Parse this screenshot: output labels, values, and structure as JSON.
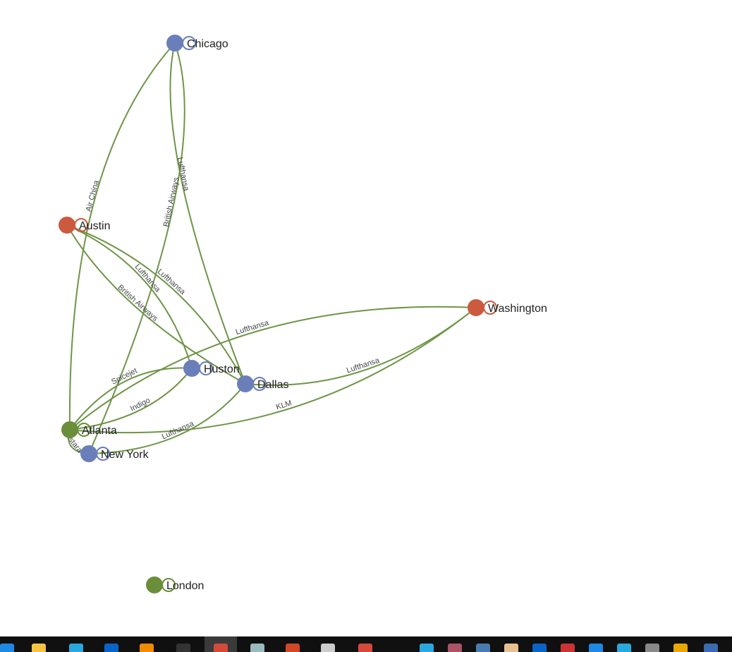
{
  "colors": {
    "edge": "#6f9447",
    "groups": {
      "blue": "#6a7fba",
      "red": "#cc5a3e",
      "green": "#6b8e3a"
    }
  },
  "nodes": [
    {
      "id": "Chicago",
      "label": "Chicago",
      "group": "blue"
    },
    {
      "id": "Austin",
      "label": "Austin",
      "group": "red"
    },
    {
      "id": "Washington",
      "label": "Washington",
      "group": "red"
    },
    {
      "id": "Huston",
      "label": "Huston",
      "group": "blue"
    },
    {
      "id": "Dallas",
      "label": "Dallas",
      "group": "blue"
    },
    {
      "id": "Atlanta",
      "label": "Atlanta",
      "group": "green"
    },
    {
      "id": "New York",
      "label": "New York",
      "group": "blue"
    },
    {
      "id": "London",
      "label": "London",
      "group": "green"
    }
  ],
  "edges": [
    {
      "source": "Atlanta",
      "target": "Chicago",
      "label": "Air China"
    },
    {
      "source": "Chicago",
      "target": "New York",
      "label": "British Airways"
    },
    {
      "source": "Dallas",
      "target": "Chicago",
      "label": "Lufthansa"
    },
    {
      "source": "Austin",
      "target": "Huston",
      "label": "Lufthansa"
    },
    {
      "source": "Austin",
      "target": "Dallas",
      "label": "Lufthansa"
    },
    {
      "source": "Austin",
      "target": "Dallas",
      "label": "British Airways"
    },
    {
      "source": "Atlanta",
      "target": "Washington",
      "label": "Lufthansa"
    },
    {
      "source": "Washington",
      "target": "Dallas",
      "label": "Lufthansa"
    },
    {
      "source": "Washington",
      "target": "Atlanta",
      "label": "KLM"
    },
    {
      "source": "Atlanta",
      "target": "Huston",
      "label": "Spicejet"
    },
    {
      "source": "Huston",
      "target": "Atlanta",
      "label": "Indigo"
    },
    {
      "source": "Dallas",
      "target": "New York",
      "label": "Lufthansa"
    },
    {
      "source": "New York",
      "target": "Atlanta",
      "label": "Vistara"
    }
  ],
  "taskbar": {
    "icons": [
      "ie-icon",
      "file-explorer-icon",
      "skype-icon",
      "outlook-icon",
      "sublime-icon",
      "terminal-icon",
      "chrome-icon",
      "notepad-icon",
      "powerpoint-icon",
      "editor-icon",
      "chrome-icon",
      "skype-tray-icon",
      "app-icon",
      "network-icon",
      "hourglass-icon",
      "outlook-tray-icon",
      "onenote-icon",
      "drive-icon",
      "skype-tray-icon",
      "usb-icon",
      "folder-icon",
      "bluetooth-icon"
    ]
  }
}
